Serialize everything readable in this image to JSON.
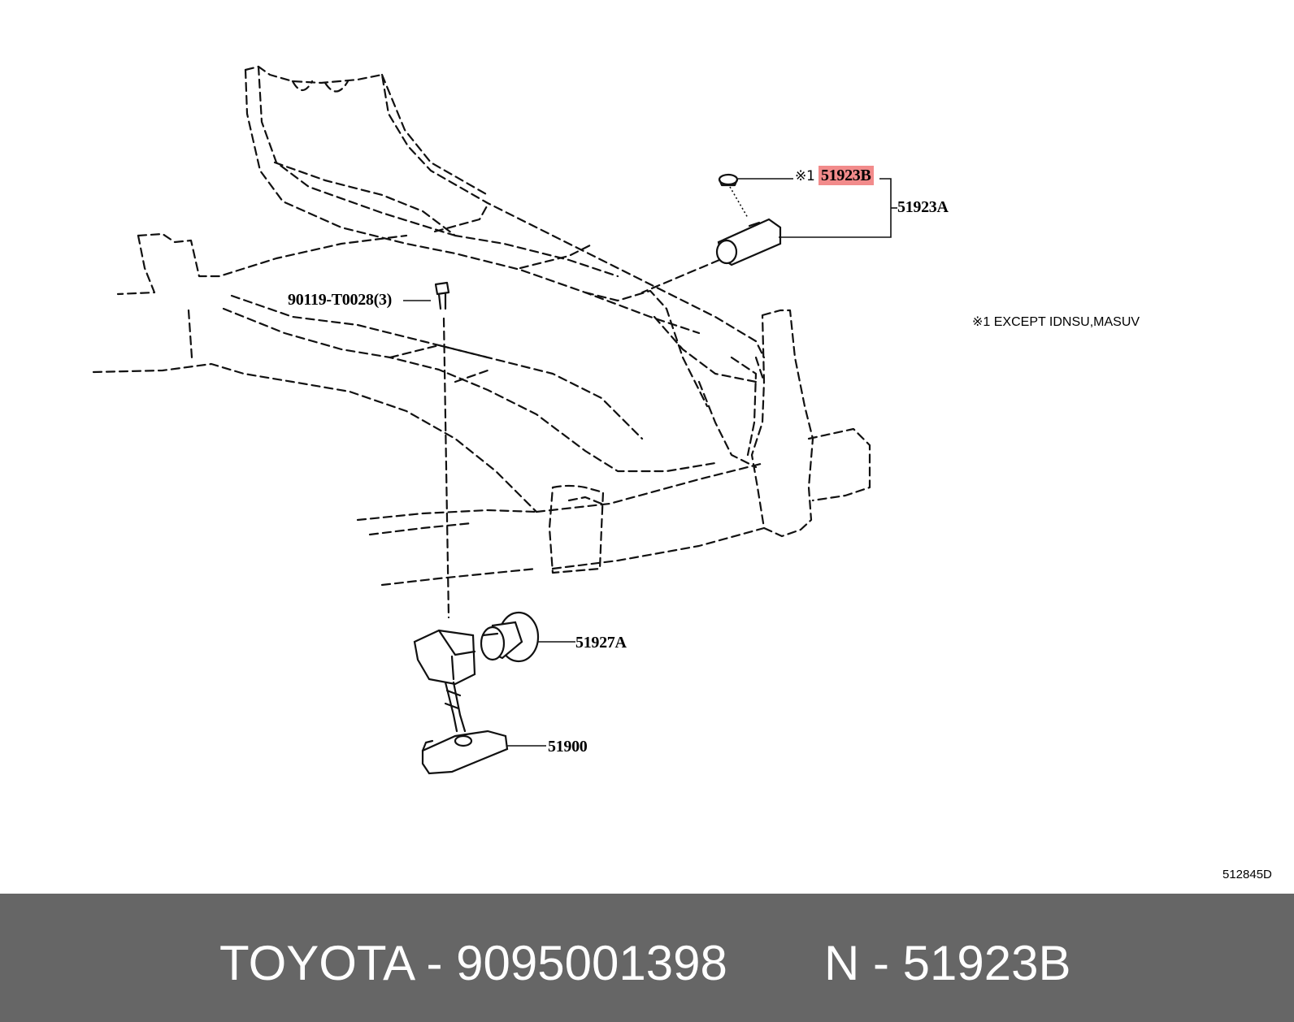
{
  "diagram": {
    "labels": {
      "part_51923B": "51923B",
      "part_51923B_prefix": "※1",
      "part_51923A": "51923A",
      "bolt_90119": "90119-T0028(3)",
      "part_51927A": "51927A",
      "part_51900": "51900",
      "note": "※1 EXCEPT IDNSU,MASUV",
      "figure_code": "512845D"
    },
    "highlight_color": "#f28b8b"
  },
  "footer": {
    "brand_part": "TOYOTA - 9095001398",
    "ref_code": "N - 51923B",
    "background": "#666666"
  }
}
